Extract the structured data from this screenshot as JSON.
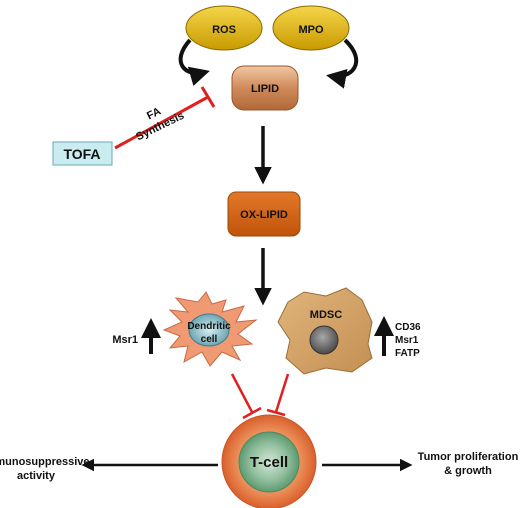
{
  "nodes": {
    "ros": "ROS",
    "mpo": "MPO",
    "lipid": "LIPID",
    "ox_lipid": "OX-LIPID",
    "tofa": "TOFA",
    "fa_synthesis_line1": "FA",
    "fa_synthesis_line2": "Synthesis",
    "dendritic_line1": "Dendritic",
    "dendritic_line2": "cell",
    "mdsc": "MDSC",
    "tcell": "T-cell"
  },
  "markers": {
    "dc_marker": "Msr1",
    "mdsc_markers": [
      "CD36",
      "Msr1",
      "FATP"
    ]
  },
  "outcomes": {
    "left_line1": "Immunosuppressive",
    "left_line2": "activity",
    "right_line1": "Tumor proliferation",
    "right_line2": "& growth"
  },
  "colors": {
    "ros_mpo_fill": "#e2b400",
    "lipid_fill": "#d08a5a",
    "ox_lipid_fill": "#d2620e",
    "tofa_fill": "#c9ecf0",
    "inhibition_red": "#e02020",
    "mdsc_fill": "#d4a56a",
    "tcell_outer": "#e0743a",
    "tcell_inner": "#7fae8c",
    "dc_body": "#ef9a73",
    "dc_nucleus": "#7fb4be",
    "arrow": "#111111"
  }
}
